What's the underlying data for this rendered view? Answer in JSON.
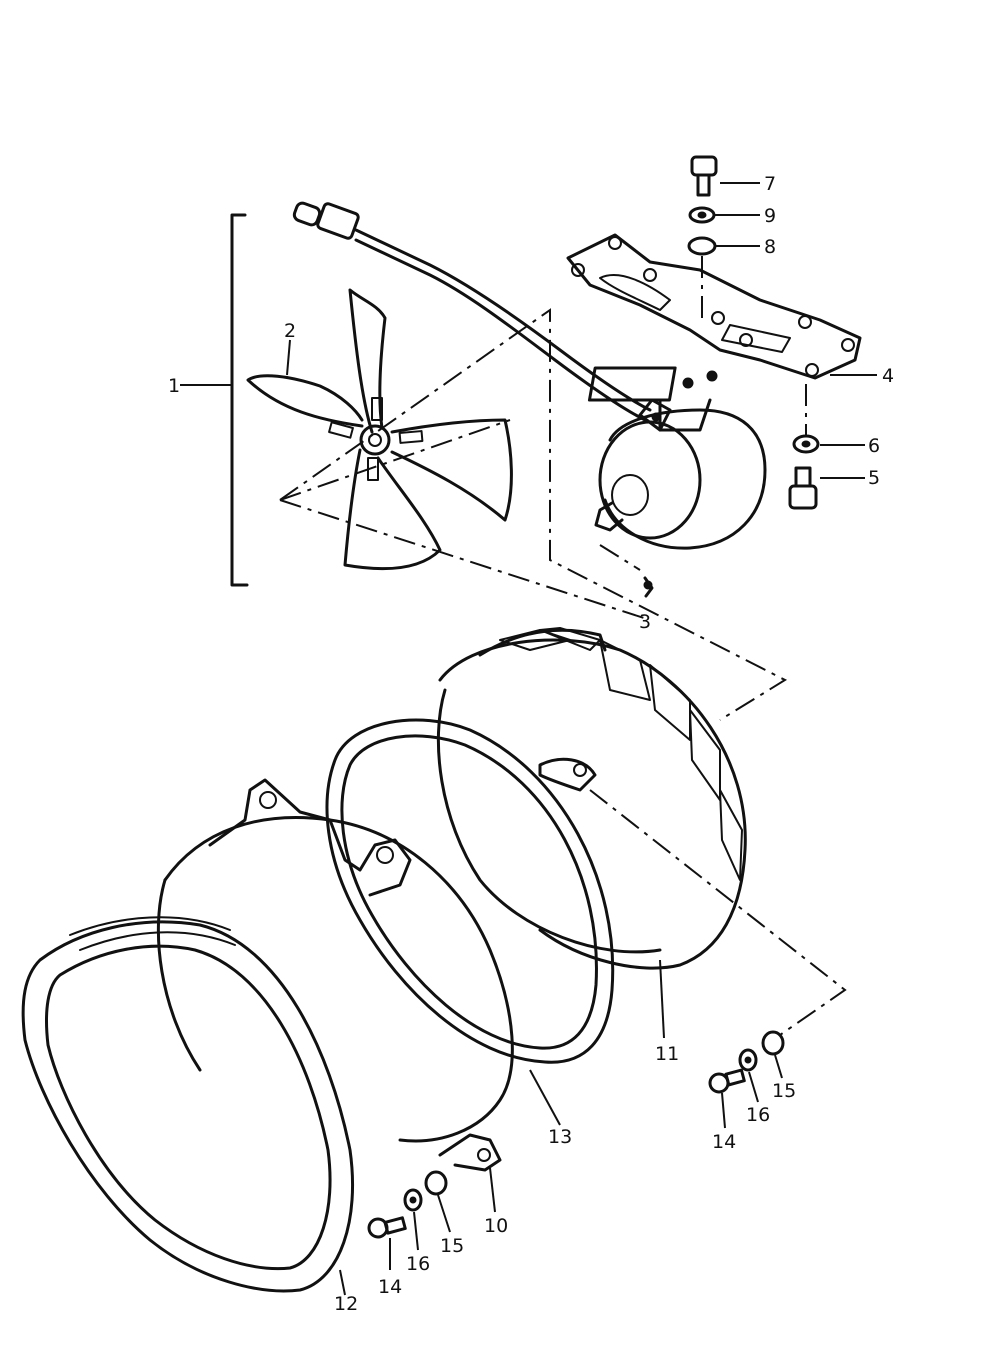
{
  "diagram": {
    "callouts": [
      {
        "id": "c1",
        "text": "1"
      },
      {
        "id": "c2",
        "text": "2"
      },
      {
        "id": "c3",
        "text": "3"
      },
      {
        "id": "c4",
        "text": "4"
      },
      {
        "id": "c5",
        "text": "5"
      },
      {
        "id": "c6",
        "text": "6"
      },
      {
        "id": "c7",
        "text": "7"
      },
      {
        "id": "c8",
        "text": "8"
      },
      {
        "id": "c9",
        "text": "9"
      },
      {
        "id": "c10",
        "text": "10"
      },
      {
        "id": "c11",
        "text": "11"
      },
      {
        "id": "c12",
        "text": "12"
      },
      {
        "id": "c13",
        "text": "13"
      },
      {
        "id": "c14a",
        "text": "14"
      },
      {
        "id": "c15a",
        "text": "15"
      },
      {
        "id": "c16a",
        "text": "16"
      },
      {
        "id": "c14b",
        "text": "14"
      },
      {
        "id": "c15b",
        "text": "15"
      },
      {
        "id": "c16b",
        "text": "16"
      }
    ]
  }
}
